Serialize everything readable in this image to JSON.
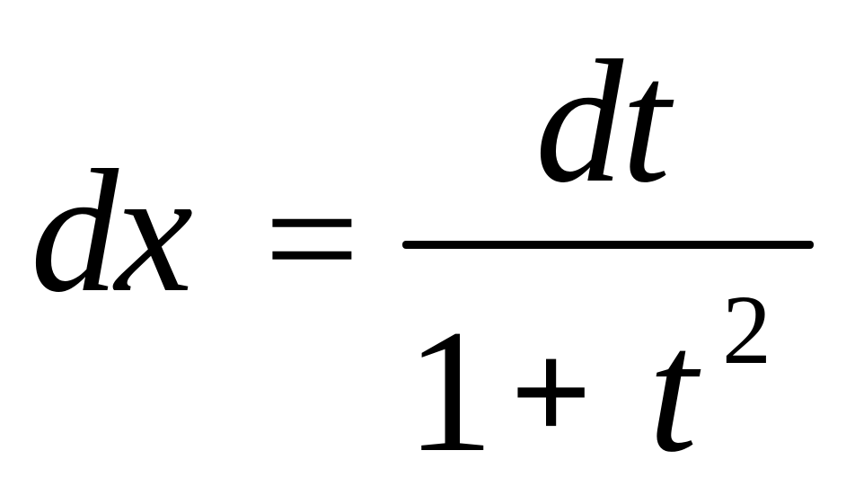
{
  "formula": {
    "lhs": "dx",
    "equals": "=",
    "numerator": "dt",
    "denominator": {
      "one": "1",
      "plus": "+",
      "variable": "t",
      "exponent": "2"
    }
  },
  "colors": {
    "background": "#ffffff",
    "ink": "#000000"
  }
}
